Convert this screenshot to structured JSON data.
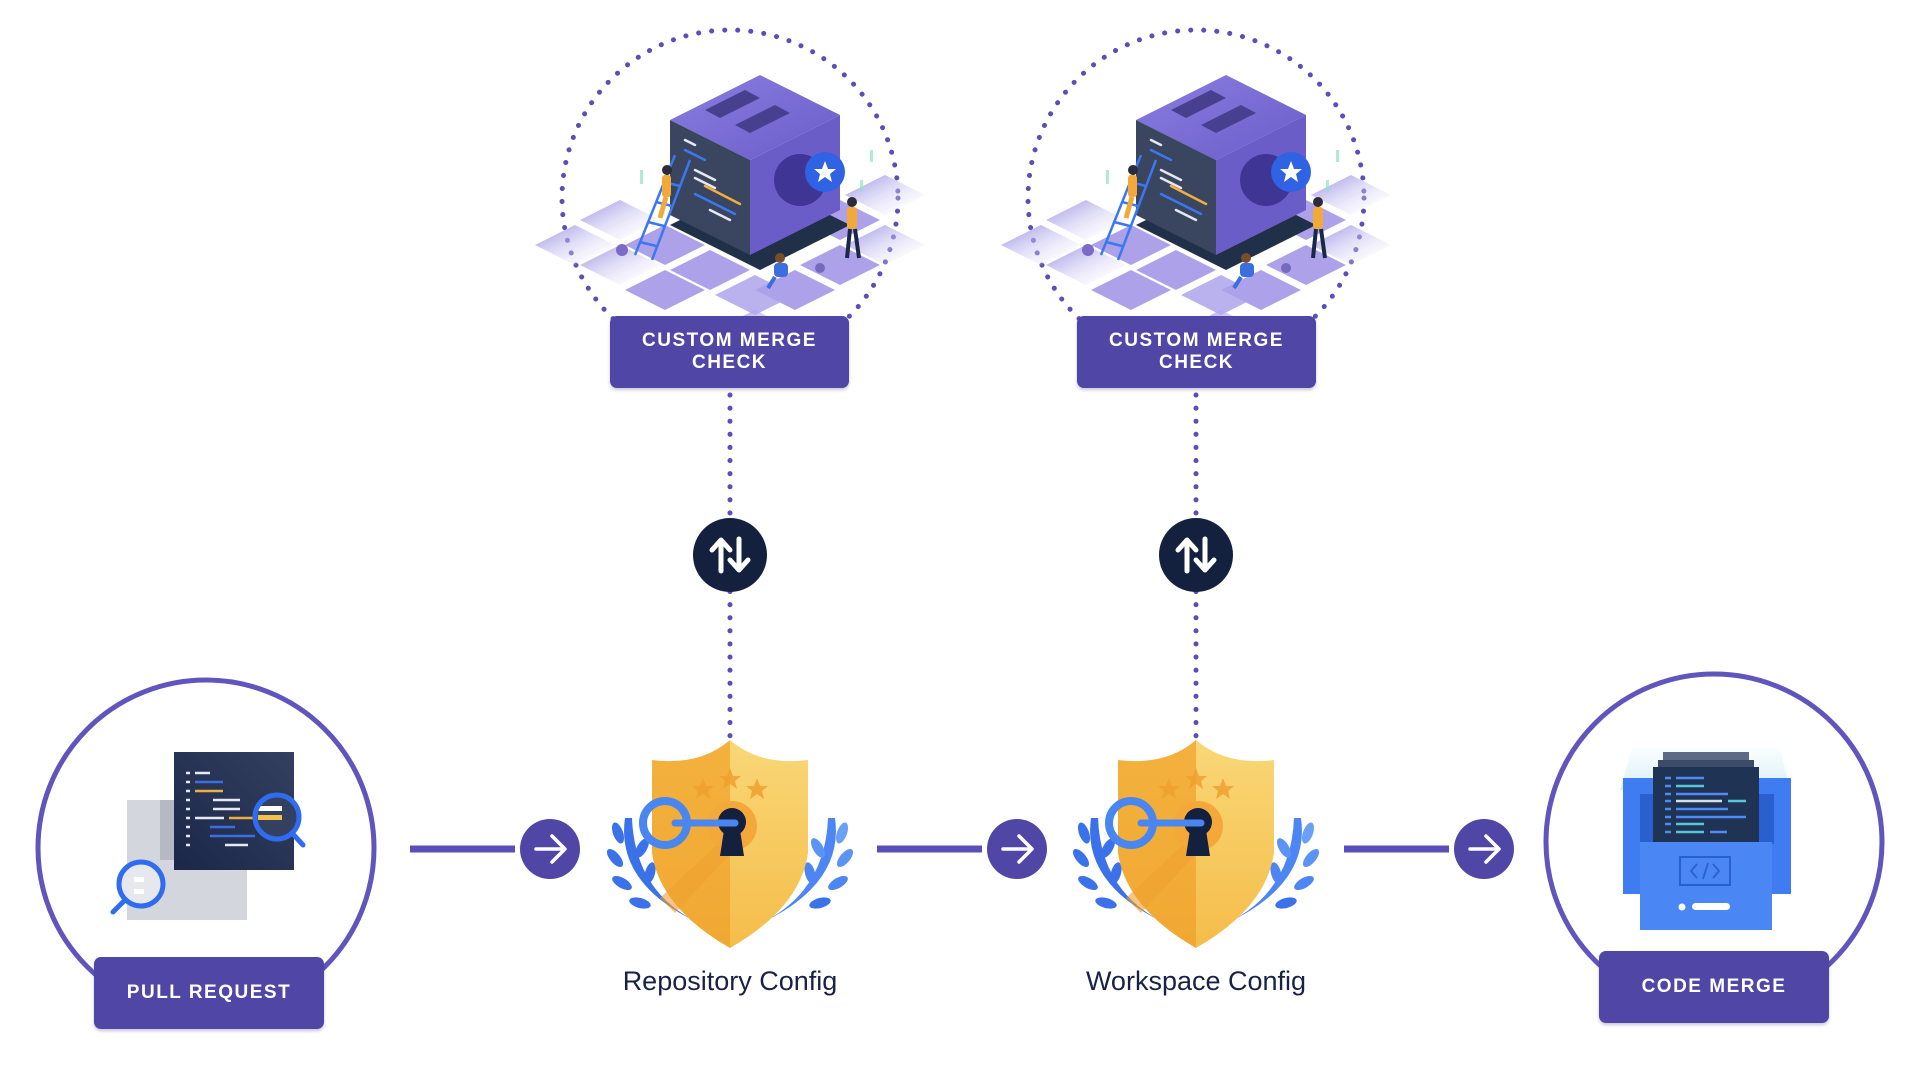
{
  "diagram": {
    "title": "Merge check flow",
    "colors": {
      "primary_purple": "#4f46a5",
      "ring_purple": "#5f55bd",
      "dark_navy": "#13213f",
      "shield_gold": "#f2ae3c",
      "accent_blue": "#3b78f0",
      "text_navy": "#172244"
    },
    "nodes": {
      "pull_request": {
        "label": "PULL REQUEST",
        "icon": "code-review-icon"
      },
      "repository_config": {
        "caption": "Repository Config",
        "icon": "shield-key-icon"
      },
      "workspace_config": {
        "caption": "Workspace Config",
        "icon": "shield-key-icon"
      },
      "code_merge": {
        "label": "CODE MERGE",
        "icon": "code-merge-icon"
      },
      "custom_check_1": {
        "label_line1": "CUSTOM MERGE",
        "label_line2": "CHECK",
        "icon": "isometric-cube-illustration"
      },
      "custom_check_2": {
        "label_line1": "CUSTOM MERGE",
        "label_line2": "CHECK",
        "icon": "isometric-cube-illustration"
      }
    },
    "connectors": {
      "flow_arrow_icon": "arrow-right-icon",
      "exchange_icon": "arrows-up-down-icon"
    },
    "edges": [
      {
        "from": "pull_request",
        "to": "repository_config",
        "type": "arrow"
      },
      {
        "from": "repository_config",
        "to": "workspace_config",
        "type": "arrow"
      },
      {
        "from": "workspace_config",
        "to": "code_merge",
        "type": "arrow"
      },
      {
        "from": "repository_config",
        "to": "custom_check_1",
        "type": "bidirectional-dotted"
      },
      {
        "from": "workspace_config",
        "to": "custom_check_2",
        "type": "bidirectional-dotted"
      }
    ]
  }
}
